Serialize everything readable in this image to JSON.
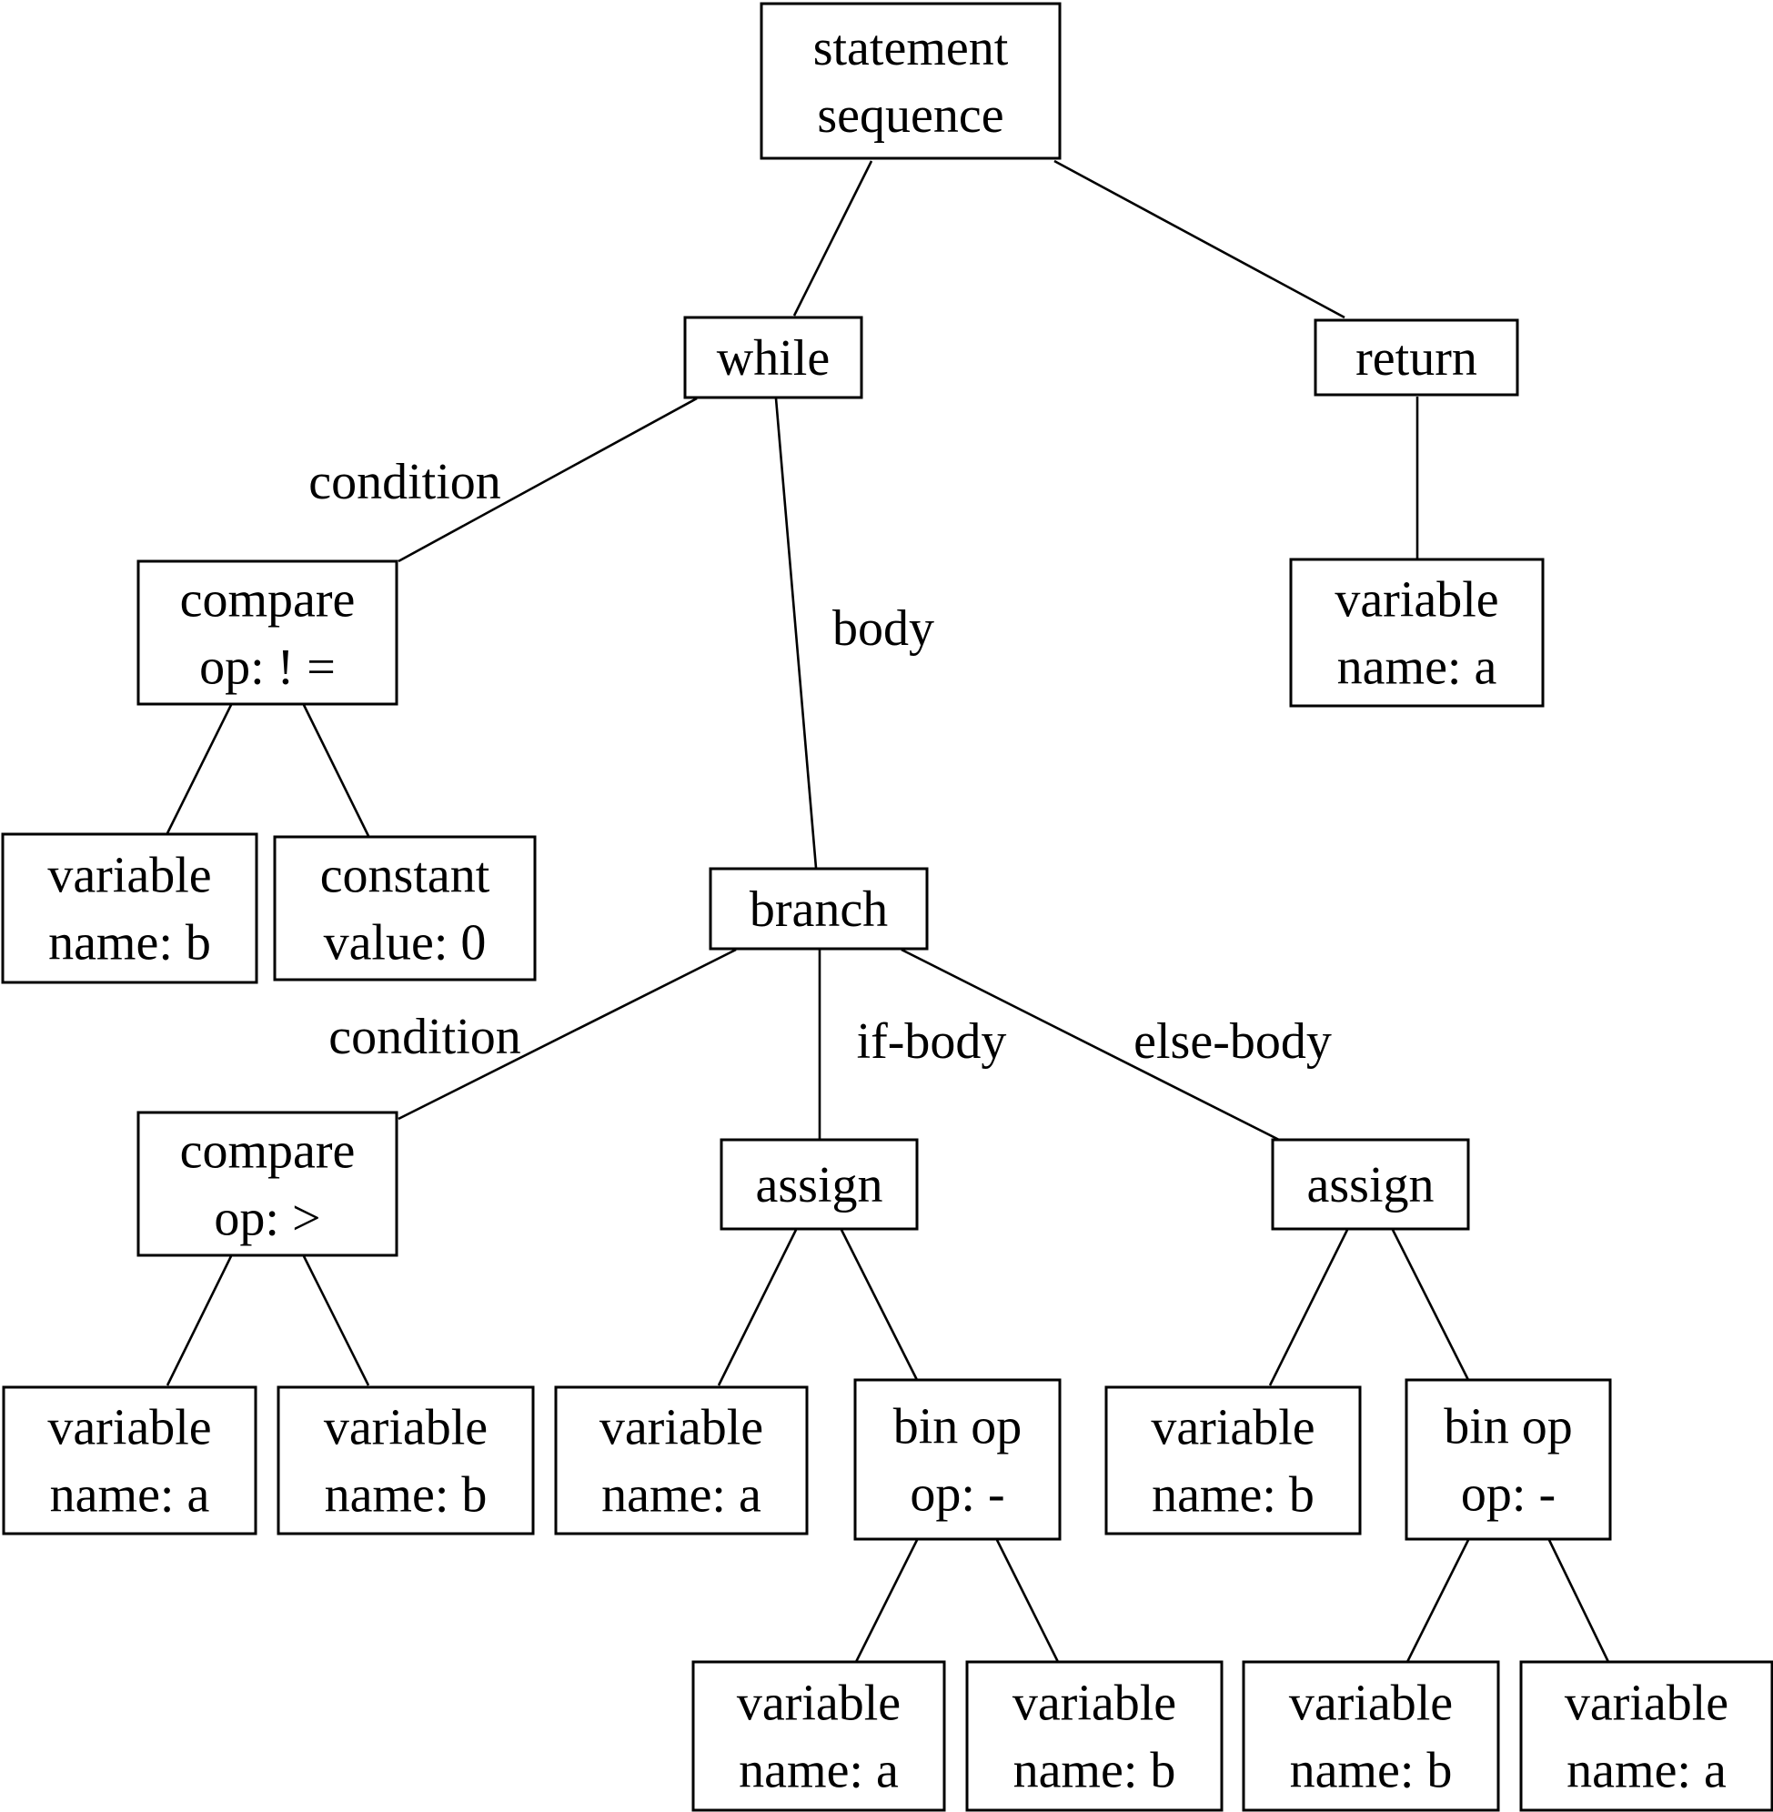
{
  "diagram": {
    "type": "abstract-syntax-tree",
    "nodes": [
      {
        "id": "stmt_seq",
        "lines": [
          "statement",
          "sequence"
        ]
      },
      {
        "id": "while",
        "lines": [
          "while"
        ]
      },
      {
        "id": "return",
        "lines": [
          "return"
        ]
      },
      {
        "id": "ret_var_a",
        "lines": [
          "variable",
          "name: a"
        ]
      },
      {
        "id": "cmp_ne",
        "lines": [
          "compare",
          "op: ! ="
        ]
      },
      {
        "id": "cmp_ne_var_b",
        "lines": [
          "variable",
          "name: b"
        ]
      },
      {
        "id": "cmp_ne_const_0",
        "lines": [
          "constant",
          "value: 0"
        ]
      },
      {
        "id": "branch",
        "lines": [
          "branch"
        ]
      },
      {
        "id": "cmp_gt",
        "lines": [
          "compare",
          "op: >"
        ]
      },
      {
        "id": "assign_if",
        "lines": [
          "assign"
        ]
      },
      {
        "id": "assign_else",
        "lines": [
          "assign"
        ]
      },
      {
        "id": "cmp_gt_var_a",
        "lines": [
          "variable",
          "name: a"
        ]
      },
      {
        "id": "cmp_gt_var_b",
        "lines": [
          "variable",
          "name: b"
        ]
      },
      {
        "id": "assign_if_var_a",
        "lines": [
          "variable",
          "name: a"
        ]
      },
      {
        "id": "binop_if",
        "lines": [
          "bin op",
          "op: -"
        ]
      },
      {
        "id": "assign_else_var_b",
        "lines": [
          "variable",
          "name: b"
        ]
      },
      {
        "id": "binop_else",
        "lines": [
          "bin op",
          "op: -"
        ]
      },
      {
        "id": "binop_if_var_a",
        "lines": [
          "variable",
          "name: a"
        ]
      },
      {
        "id": "binop_if_var_b",
        "lines": [
          "variable",
          "name: b"
        ]
      },
      {
        "id": "binop_else_var_b",
        "lines": [
          "variable",
          "name: b"
        ]
      },
      {
        "id": "binop_else_var_a",
        "lines": [
          "variable",
          "name: a"
        ]
      }
    ],
    "edges": [
      {
        "from": "stmt_seq",
        "to": "while",
        "label": ""
      },
      {
        "from": "stmt_seq",
        "to": "return",
        "label": ""
      },
      {
        "from": "while",
        "to": "cmp_ne",
        "label": "condition"
      },
      {
        "from": "while",
        "to": "branch",
        "label": "body"
      },
      {
        "from": "return",
        "to": "ret_var_a",
        "label": ""
      },
      {
        "from": "cmp_ne",
        "to": "cmp_ne_var_b",
        "label": ""
      },
      {
        "from": "cmp_ne",
        "to": "cmp_ne_const_0",
        "label": ""
      },
      {
        "from": "branch",
        "to": "cmp_gt",
        "label": "condition"
      },
      {
        "from": "branch",
        "to": "assign_if",
        "label": "if-body"
      },
      {
        "from": "branch",
        "to": "assign_else",
        "label": "else-body"
      },
      {
        "from": "cmp_gt",
        "to": "cmp_gt_var_a",
        "label": ""
      },
      {
        "from": "cmp_gt",
        "to": "cmp_gt_var_b",
        "label": ""
      },
      {
        "from": "assign_if",
        "to": "assign_if_var_a",
        "label": ""
      },
      {
        "from": "assign_if",
        "to": "binop_if",
        "label": ""
      },
      {
        "from": "assign_else",
        "to": "assign_else_var_b",
        "label": ""
      },
      {
        "from": "assign_else",
        "to": "binop_else",
        "label": ""
      },
      {
        "from": "binop_if",
        "to": "binop_if_var_a",
        "label": ""
      },
      {
        "from": "binop_if",
        "to": "binop_if_var_b",
        "label": ""
      },
      {
        "from": "binop_else",
        "to": "binop_else_var_b",
        "label": ""
      },
      {
        "from": "binop_else",
        "to": "binop_else_var_a",
        "label": ""
      }
    ]
  }
}
